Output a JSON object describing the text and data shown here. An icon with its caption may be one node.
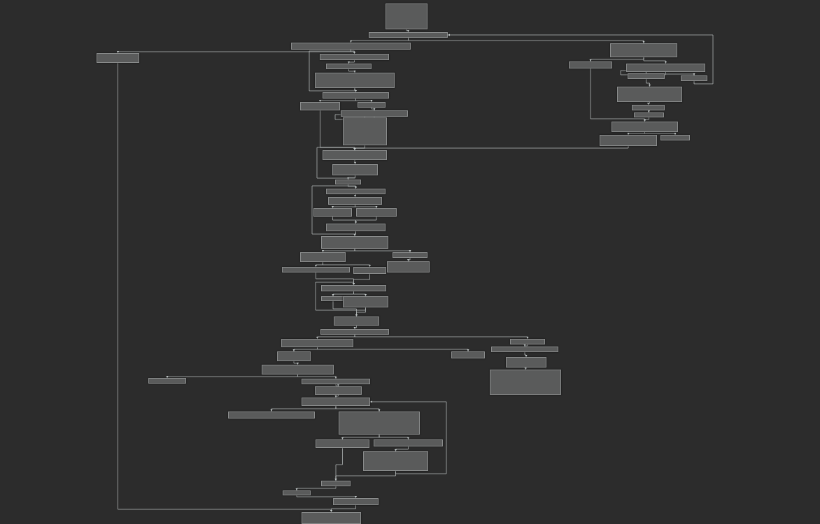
{
  "diagram": {
    "nodes": [
      {
        "text": [],
        "shape": "box"
      },
      {
        "text": [],
        "shape": "box"
      },
      {
        "text": [],
        "shape": "box"
      },
      {
        "text": [],
        "shape": "box"
      },
      {
        "text": [],
        "shape": "box"
      },
      {
        "text": [],
        "shape": "box"
      },
      {
        "text": [],
        "shape": "box"
      },
      {
        "text": [],
        "shape": "box"
      },
      {
        "text": [],
        "shape": "box"
      },
      {
        "text": [],
        "shape": "box"
      },
      {
        "text": [],
        "shape": "box"
      },
      {
        "text": [],
        "shape": "box"
      },
      {
        "text": [],
        "shape": "box"
      },
      {
        "text": [],
        "shape": "box"
      },
      {
        "text": [],
        "shape": "box"
      },
      {
        "text": [],
        "shape": "box"
      },
      {
        "text": [],
        "shape": "box"
      },
      {
        "text": [],
        "shape": "box"
      },
      {
        "text": [],
        "shape": "box"
      },
      {
        "text": [],
        "shape": "box"
      },
      {
        "text": [],
        "shape": "box"
      },
      {
        "text": [],
        "shape": "box"
      },
      {
        "text": [],
        "shape": "box"
      },
      {
        "text": [],
        "shape": "box"
      },
      {
        "text": [],
        "shape": "box"
      },
      {
        "text": [],
        "shape": "box"
      },
      {
        "text": [],
        "shape": "box"
      },
      {
        "text": [],
        "shape": "box"
      },
      {
        "text": [],
        "shape": "box"
      },
      {
        "text": [],
        "shape": "box"
      },
      {
        "text": [],
        "shape": "box"
      },
      {
        "text": [],
        "shape": "box"
      },
      {
        "text": [],
        "shape": "box"
      },
      {
        "text": [],
        "shape": "box"
      },
      {
        "text": [],
        "shape": "box"
      },
      {
        "text": [],
        "shape": "box"
      },
      {
        "text": [],
        "shape": "box"
      },
      {
        "text": [],
        "shape": "box"
      },
      {
        "text": [],
        "shape": "box"
      },
      {
        "text": [],
        "shape": "box"
      },
      {
        "text": [],
        "shape": "box"
      },
      {
        "text": [],
        "shape": "box"
      },
      {
        "text": [],
        "shape": "box"
      },
      {
        "text": [],
        "shape": "box"
      },
      {
        "text": [],
        "shape": "box"
      },
      {
        "text": [],
        "shape": "box"
      },
      {
        "text": [],
        "shape": "box"
      },
      {
        "text": [],
        "shape": "box"
      },
      {
        "text": [],
        "shape": "box"
      },
      {
        "text": [],
        "shape": "box"
      },
      {
        "text": [],
        "shape": "box"
      },
      {
        "text": [],
        "shape": "box"
      },
      {
        "text": [],
        "shape": "box"
      },
      {
        "text": [],
        "shape": "box"
      },
      {
        "text": [],
        "shape": "box"
      },
      {
        "text": [],
        "shape": "box"
      },
      {
        "text": [],
        "shape": "box"
      },
      {
        "text": [],
        "shape": "box"
      },
      {
        "text": [],
        "shape": "box"
      },
      {
        "text": [],
        "shape": "box"
      },
      {
        "text": [],
        "shape": "box"
      },
      {
        "text": [],
        "shape": "box"
      },
      {
        "text": [],
        "shape": "box"
      }
    ],
    "edges": [
      {
        "from": 0,
        "to": 1,
        "arrow": "to"
      },
      {
        "from": 1,
        "to": 2,
        "arrow": "to"
      },
      {
        "from": 1,
        "to": 5,
        "arrow": "to"
      },
      {
        "from": 2,
        "to": 3,
        "arrow": "to"
      },
      {
        "from": 2,
        "to": 4,
        "arrow": "to"
      },
      {
        "from": 4,
        "to": 6,
        "arrow": "to"
      },
      {
        "from": 6,
        "to": 7,
        "arrow": "to"
      },
      {
        "from": 7,
        "to": 10,
        "arrow": "to"
      },
      {
        "from": 10,
        "to": 14,
        "arrow": "to"
      },
      {
        "from": 10,
        "to": 15,
        "arrow": "to"
      },
      {
        "from": 15,
        "to": 18,
        "arrow": "to"
      },
      {
        "from": 18,
        "to": 19,
        "arrow": "to"
      },
      {
        "from": 14,
        "to": 23,
        "arrow": "to"
      },
      {
        "from": 19,
        "to": 23,
        "arrow": "to"
      },
      {
        "from": 23,
        "to": 24,
        "arrow": "to"
      },
      {
        "from": 24,
        "to": 25,
        "arrow": "to"
      },
      {
        "from": 25,
        "to": 26,
        "arrow": "to"
      },
      {
        "from": 26,
        "to": 27,
        "arrow": "to"
      },
      {
        "from": 27,
        "to": 28,
        "arrow": "to"
      },
      {
        "from": 27,
        "to": 29,
        "arrow": "to"
      },
      {
        "from": 28,
        "to": 30,
        "arrow": "to"
      },
      {
        "from": 29,
        "to": 30,
        "arrow": "to"
      },
      {
        "from": 30,
        "to": 31,
        "arrow": "to"
      },
      {
        "from": 31,
        "to": 32,
        "arrow": "to"
      },
      {
        "from": 31,
        "to": 33,
        "arrow": "to"
      },
      {
        "from": 32,
        "to": 34,
        "arrow": "to"
      },
      {
        "from": 32,
        "to": 35,
        "arrow": "to"
      },
      {
        "from": 33,
        "to": 36,
        "arrow": "to"
      },
      {
        "from": 34,
        "to": 37,
        "arrow": "to"
      },
      {
        "from": 35,
        "to": 37,
        "arrow": "to"
      },
      {
        "from": 37,
        "to": 38,
        "arrow": "to"
      },
      {
        "from": 37,
        "to": 39,
        "arrow": "to"
      },
      {
        "from": 38,
        "to": 40,
        "arrow": "to"
      },
      {
        "from": 39,
        "to": 40,
        "arrow": "to"
      },
      {
        "from": 40,
        "to": 41,
        "arrow": "to"
      },
      {
        "from": 41,
        "to": 42,
        "arrow": "to"
      },
      {
        "from": 41,
        "to": 43,
        "arrow": "to"
      },
      {
        "from": 43,
        "to": 44,
        "arrow": "to"
      },
      {
        "from": 44,
        "to": 47,
        "arrow": "to"
      },
      {
        "from": 47,
        "to": 51,
        "arrow": "to"
      },
      {
        "from": 42,
        "to": 45,
        "arrow": "to"
      },
      {
        "from": 42,
        "to": 46,
        "arrow": "to"
      },
      {
        "from": 45,
        "to": 48,
        "arrow": "to"
      },
      {
        "from": 48,
        "to": 49,
        "arrow": "to"
      },
      {
        "from": 48,
        "to": 50,
        "arrow": "to"
      },
      {
        "from": 50,
        "to": 52,
        "arrow": "to"
      },
      {
        "from": 52,
        "to": 53,
        "arrow": "to"
      },
      {
        "from": 53,
        "to": 54,
        "arrow": "to"
      },
      {
        "from": 53,
        "to": 55,
        "arrow": "to"
      },
      {
        "from": 55,
        "to": 56,
        "arrow": "to"
      },
      {
        "from": 55,
        "to": 57,
        "arrow": "to"
      },
      {
        "from": 57,
        "to": 58,
        "arrow": "to"
      },
      {
        "from": 56,
        "to": 59,
        "arrow": "to"
      },
      {
        "from": 58,
        "to": 59,
        "arrow": "to"
      },
      {
        "from": 59,
        "to": 60,
        "arrow": "to"
      },
      {
        "from": 60,
        "to": 61,
        "arrow": "to"
      },
      {
        "from": 61,
        "to": 62,
        "arrow": "to"
      },
      {
        "from": 3,
        "to": 62,
        "arrow": "to"
      },
      {
        "from": 5,
        "to": 8,
        "arrow": "to"
      },
      {
        "from": 5,
        "to": 9,
        "arrow": "to"
      },
      {
        "from": 9,
        "to": 11,
        "arrow": "to"
      },
      {
        "from": 9,
        "to": 12,
        "arrow": "to"
      },
      {
        "from": 11,
        "to": 13,
        "arrow": "to"
      },
      {
        "from": 13,
        "to": 16,
        "arrow": "to"
      },
      {
        "from": 16,
        "to": 17,
        "arrow": "to"
      },
      {
        "from": 17,
        "to": 20,
        "arrow": "to"
      },
      {
        "from": 8,
        "to": 20,
        "arrow": "to"
      },
      {
        "from": 20,
        "to": 21,
        "arrow": "to"
      },
      {
        "from": 20,
        "to": 22,
        "arrow": "to"
      },
      {
        "from": 7,
        "to": 4,
        "arrow": "to"
      },
      {
        "from": 30,
        "to": 26,
        "arrow": "to"
      },
      {
        "from": 24,
        "to": 23,
        "arrow": "to"
      },
      {
        "from": 39,
        "to": 37,
        "arrow": "to"
      },
      {
        "from": 58,
        "to": 53,
        "arrow": "to"
      },
      {
        "from": 12,
        "to": 1,
        "arrow": "to"
      },
      {
        "from": 21,
        "to": 23,
        "arrow": "to"
      }
    ]
  }
}
